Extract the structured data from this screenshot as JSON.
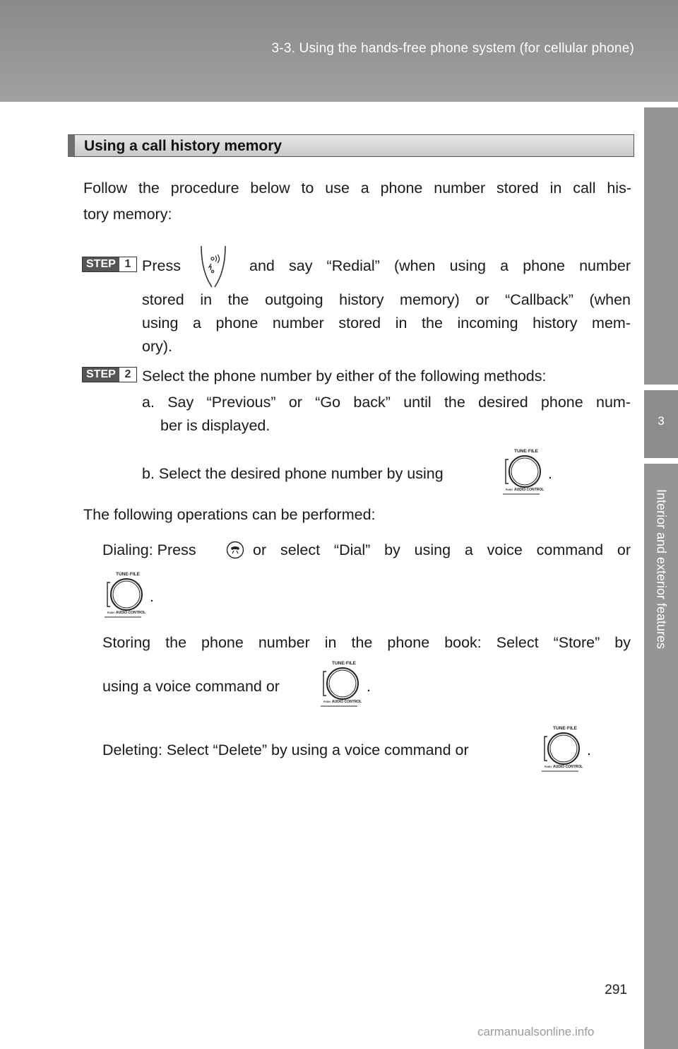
{
  "header": {
    "title": "3-3. Using the hands-free phone system (for cellular phone)"
  },
  "side_tab": {
    "chapter_number": "3",
    "chapter_label": "Interior and exterior features"
  },
  "section": {
    "heading": "Using a call history memory",
    "intro_line1": "Follow the procedure below to use a phone number stored in call his-",
    "intro_line2": "tory memory:"
  },
  "steps": [
    {
      "badge_label": "STEP",
      "badge_number": "1",
      "line1_pre": "Press",
      "line1_post": "and say “Redial” (when using a phone number",
      "line2": "stored in the outgoing history memory) or “Callback” (when",
      "line3": "using a phone number stored in the incoming history mem-",
      "line4": "ory)."
    },
    {
      "badge_label": "STEP",
      "badge_number": "2",
      "line1": "Select the phone number by either of the following methods:",
      "sub_a_line1": "a. Say “Previous” or “Go back” until the desired phone num-",
      "sub_a_line2": "ber is displayed.",
      "sub_b": "b. Select the desired phone number by using",
      "sub_b_end": "."
    }
  ],
  "operations": {
    "intro": "The following operations can be performed:",
    "dialing_pre": "Dialing: Press",
    "dialing_post": "or select “Dial” by using a voice command or",
    "dialing_end": ".",
    "storing_line1": "Storing the phone number in the phone book: Select “Store” by",
    "storing_line2": "using a voice command or",
    "storing_end": ".",
    "deleting": "Deleting: Select “Delete” by using a voice command or",
    "deleting_end": "."
  },
  "knob": {
    "top_label": "TUNE·FILE",
    "push_label": "PUSH",
    "bottom_label": "AUDIO CONTROL"
  },
  "footer": {
    "page_number": "291",
    "watermark": "carmanualsonline.info"
  }
}
